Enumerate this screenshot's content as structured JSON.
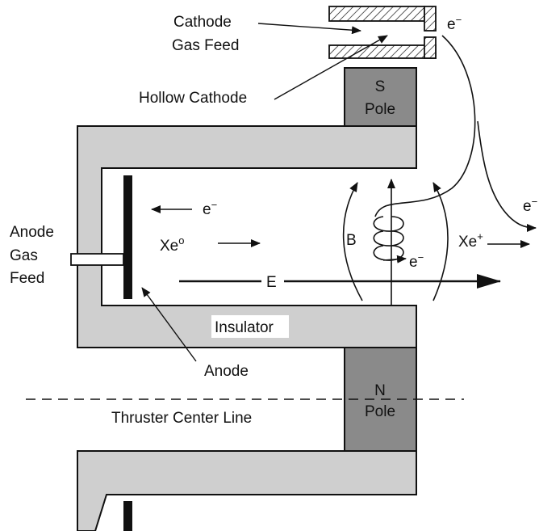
{
  "labels": {
    "cathode_gas_feed_line1": "Cathode",
    "cathode_gas_feed_line2": "Gas Feed",
    "hollow_cathode": "Hollow Cathode",
    "s_pole_line1": "S",
    "s_pole_line2": "Pole",
    "n_pole_line1": "N",
    "n_pole_line2": "Pole",
    "anode_gas_feed_line1": "Anode",
    "anode_gas_feed_line2": "Gas",
    "anode_gas_feed_line3": "Feed",
    "anode": "Anode",
    "insulator": "Insulator",
    "thruster_center_line": "Thruster Center Line",
    "electron_cathode": "e",
    "electron_cathode_sup": "−",
    "electron_exit": "e",
    "electron_exit_sup": "−",
    "electron_back": "e",
    "electron_back_sup": "−",
    "electron_spiral": "e",
    "electron_spiral_sup": "−",
    "xenon_neutral": "Xe",
    "xenon_neutral_sup": "o",
    "xenon_ion": "Xe",
    "xenon_ion_sup": "+",
    "magnetic_field": "B",
    "electric_field": "E"
  },
  "colors": {
    "body_fill": "#cfcfcf",
    "pole_fill": "#8a8a8a",
    "stroke": "#111111",
    "background": "#ffffff"
  }
}
